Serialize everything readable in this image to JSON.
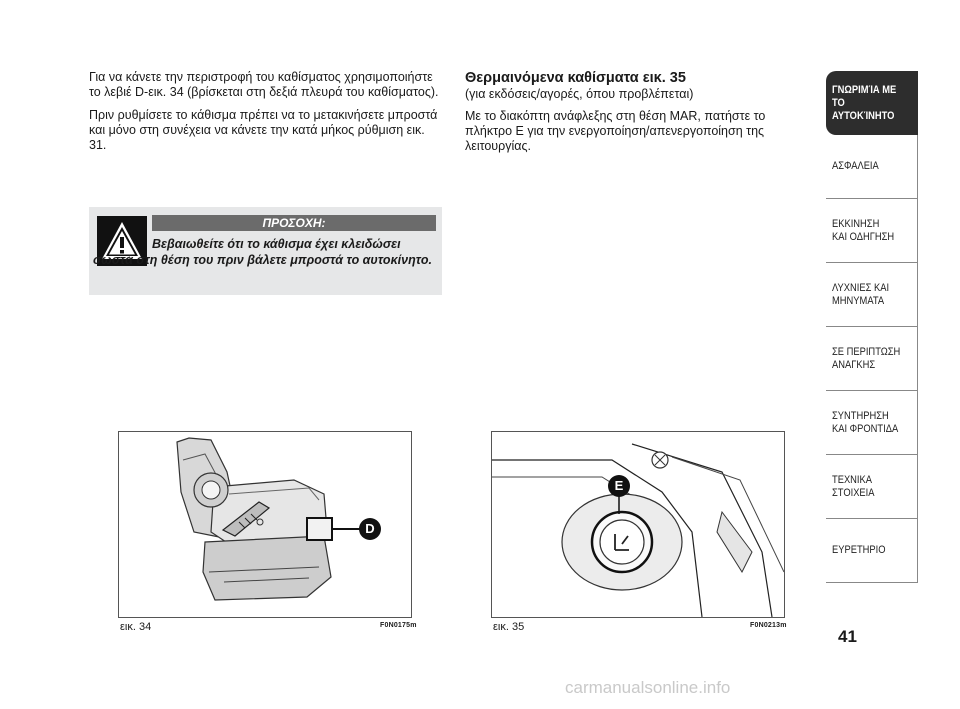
{
  "left": {
    "p1": "Για να κάνετε την περιστροφή του καθίσματος χρησιμοποιήστε το λεβιέ D-εικ. 34 (βρίσκεται στη δεξιά πλευρά του καθίσματος).",
    "p2": "Πριν ρυθμίσετε το κάθισμα πρέπει να το μετακινήσετε μπροστά και μόνο στη συνέχεια να κάνετε την κατά μήκος ρύθμιση εικ. 31."
  },
  "warning": {
    "label": "ΠΡΟΣΟΧΗ:",
    "text": "Βεβαιωθείτε ότι το κάθισμα έχει κλειδώσει σωστά στη θέση του πριν βάλετε μπροστά το αυτοκίνητο.",
    "icon": "warning-triangle-icon"
  },
  "right": {
    "title": "Θερμαινόμενα καθίσματα εικ. 35",
    "subtitle": "(για εκδόσεις/αγορές, όπου προβλέπεται)",
    "p1": "Με το διακόπτη ανάφλεξης στη θέση MAR, πατήστε το πλήκτρο E για την ενεργοποίηση/απενεργοποίηση της λειτουργίας."
  },
  "figures": [
    {
      "caption": "εικ. 34",
      "code": "F0N0175m",
      "callout": "D"
    },
    {
      "caption": "εικ. 35",
      "code": "F0N0213m",
      "callout": "E"
    }
  ],
  "tabs": [
    {
      "label": "ΓΝΩΡΙΜΊΑ ΜΕ\nΤΟ ΑΥΤΟΚΊΝΗΤΟ",
      "active": true
    },
    {
      "label": "ΑΣΦΑΛΕΙΑ",
      "active": false
    },
    {
      "label": "ΕΚΚΙΝΗΣΗ\nΚΑΙ ΟΔΗΓΗΣΗ",
      "active": false
    },
    {
      "label": "ΛΥΧΝΙΕΣ ΚΑΙ\nΜΗΝΥΜΑΤΑ",
      "active": false
    },
    {
      "label": "ΣΕ ΠΕΡΙΠΤΩΣΗ\nΑΝΑΓΚΗΣ",
      "active": false
    },
    {
      "label": "ΣΥΝΤΗΡΗΣΗ\nΚΑΙ ΦΡΟΝΤΙΔΑ",
      "active": false
    },
    {
      "label": "ΤΕΧΝΙΚΑ\n  ΣΤΟΙΧΕΙΑ",
      "active": false
    },
    {
      "label": "ΕΥΡΕΤΗΡΙΟ",
      "active": false
    }
  ],
  "page_number": "41",
  "watermark": "carmanualsonline.info",
  "colors": {
    "active_tab": "#2d2d2d",
    "warning_bg": "#e6e7e8",
    "warning_label_bg": "#6b6b6b"
  }
}
